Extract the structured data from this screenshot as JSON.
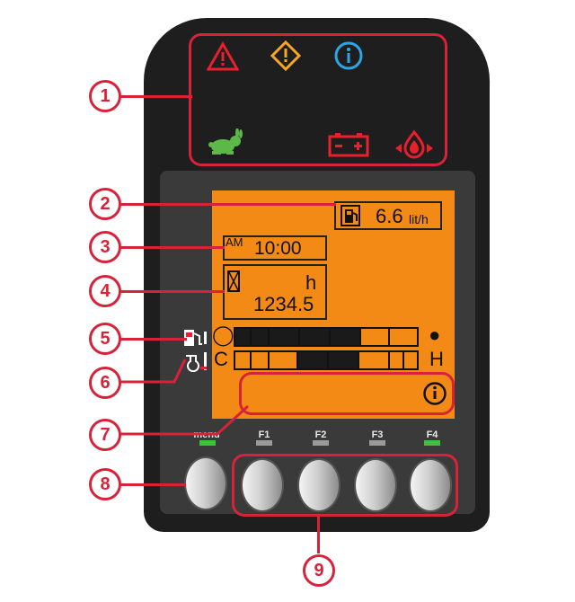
{
  "markers": [
    "1",
    "2",
    "3",
    "4",
    "5",
    "6",
    "7",
    "8",
    "9"
  ],
  "warning_icons": [
    {
      "name": "red-triangle-warning-icon",
      "color": "#e8202e"
    },
    {
      "name": "amber-diamond-warning-icon",
      "color": "#f5a623"
    },
    {
      "name": "blue-info-icon",
      "color": "#2aa6e8"
    },
    {
      "name": "rabbit-speed-icon",
      "color": "#5db84a"
    },
    {
      "name": "battery-icon",
      "color": "#e8202e"
    },
    {
      "name": "oil-pressure-icon",
      "color": "#e8202e"
    }
  ],
  "lcd": {
    "fuel_rate": {
      "value": "6.6",
      "unit": "lit/h",
      "icon": "fuel-pump-icon"
    },
    "clock": {
      "ampm": "AM",
      "time": "10:00"
    },
    "hours": {
      "unit": "h",
      "value": "1234.5",
      "icon": "hourglass-icon"
    },
    "fuel_gauge": {
      "empty_symbol": "◯",
      "full_symbol": "●",
      "segments_on": [
        1,
        1,
        1,
        1,
        1,
        0,
        0
      ]
    },
    "temp_gauge": {
      "cold_label": "C",
      "hot_label": "H",
      "segments_on": [
        0,
        0,
        0,
        1,
        1,
        0,
        0,
        0
      ]
    },
    "info_icon": "info-circle-icon"
  },
  "side_icons": [
    "fuel-level-icon",
    "coolant-temperature-icon"
  ],
  "keys": [
    {
      "label": "menu",
      "led": "#3cc13c"
    },
    {
      "label": "F1",
      "led": "#9a9a9a"
    },
    {
      "label": "F2",
      "led": "#9a9a9a"
    },
    {
      "label": "F3",
      "led": "#9a9a9a"
    },
    {
      "label": "F4",
      "led": "#3cc13c"
    }
  ],
  "colors": {
    "callout": "#d6233a",
    "lcd_bg": "#f28a15",
    "device": "#1e1e1e"
  }
}
